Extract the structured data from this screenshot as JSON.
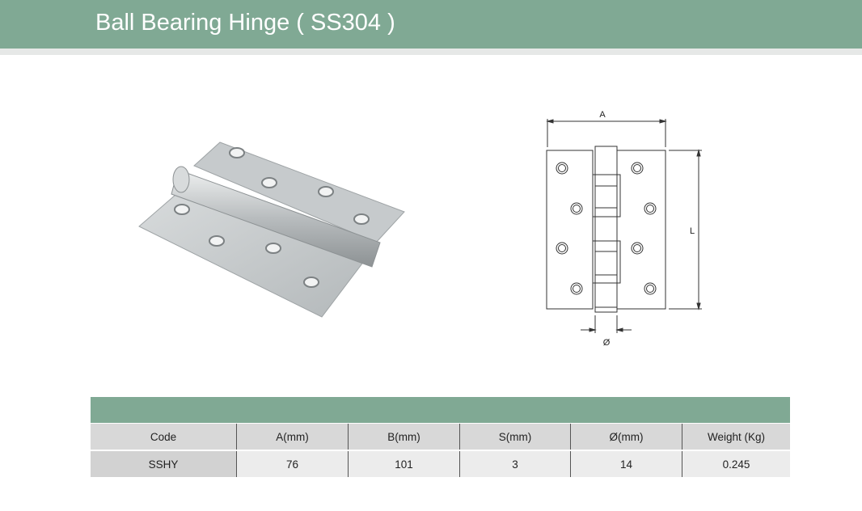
{
  "header": {
    "title": "Ball Bearing Hinge ( SS304 )"
  },
  "diagram": {
    "label_a": "A",
    "label_l": "L",
    "label_dia": "Ø"
  },
  "table": {
    "columns": [
      "Code",
      "A(mm)",
      "B(mm)",
      "S(mm)",
      "Ø(mm)",
      "Weight (Kg)"
    ],
    "rows": [
      [
        "SSHY",
        "76",
        "101",
        "3",
        "14",
        "0.245"
      ]
    ]
  },
  "colors": {
    "accent": "#80a994"
  }
}
